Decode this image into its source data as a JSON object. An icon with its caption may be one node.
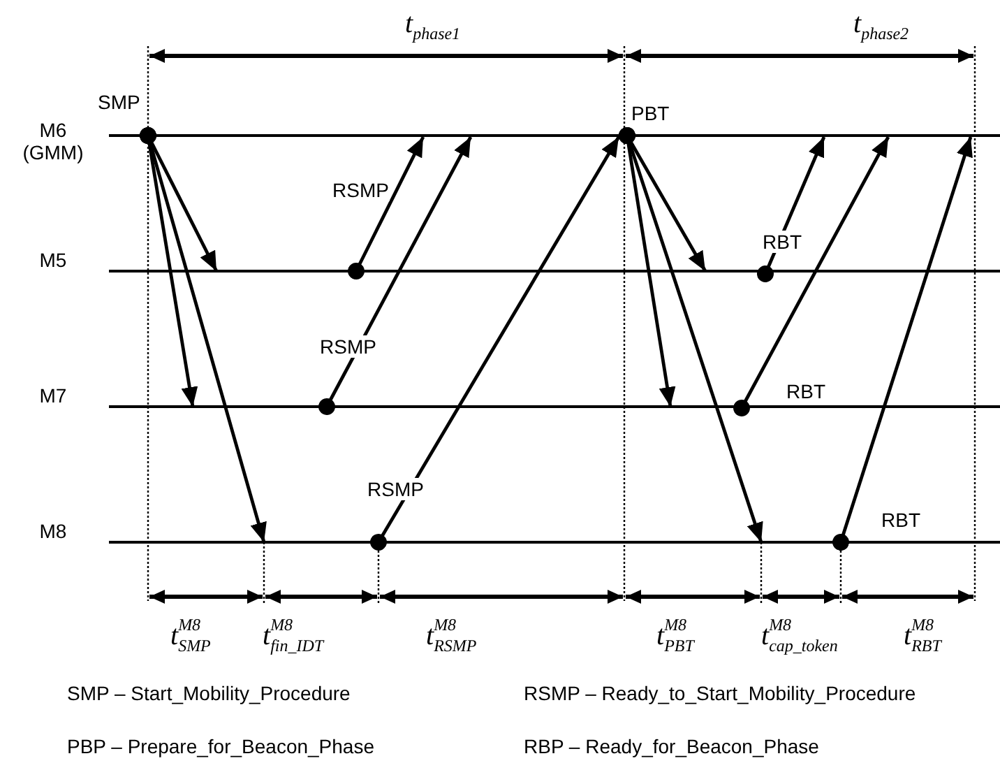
{
  "diagram": {
    "nodes": [
      {
        "text": [
          "M6 (GMM)"
        ]
      },
      {
        "text": [
          "M5"
        ]
      },
      {
        "text": [
          "M7"
        ]
      },
      {
        "text": [
          "M8"
        ]
      }
    ],
    "edges": [
      {
        "from": 0,
        "to": 1,
        "arrow": "to"
      },
      {
        "from": 0,
        "to": 2,
        "arrow": "to"
      },
      {
        "from": 0,
        "to": 3,
        "arrow": "to"
      },
      {
        "from": 1,
        "to": 0,
        "arrow": "to",
        "label": "RSMP"
      },
      {
        "from": 2,
        "to": 0,
        "arrow": "to",
        "label": "RSMP"
      },
      {
        "from": 3,
        "to": 0,
        "arrow": "to",
        "label": "RSMP"
      },
      {
        "from": 0,
        "to": 1,
        "arrow": "to"
      },
      {
        "from": 0,
        "to": 2,
        "arrow": "to"
      },
      {
        "from": 0,
        "to": 3,
        "arrow": "to"
      },
      {
        "from": 1,
        "to": 0,
        "arrow": "to",
        "label": "RBT"
      },
      {
        "from": 2,
        "to": 0,
        "arrow": "to",
        "label": "RBT"
      },
      {
        "from": 3,
        "to": 0,
        "arrow": "to",
        "label": "RBT"
      }
    ],
    "labels": [
      "t$_{phase1}$",
      "t$_{phase2}$",
      "SMP",
      "PBT",
      "t$^{M8}$$_{SMP}$",
      "t$^{M8}$$_{fin_IDT}$",
      "t$^{M8}$$_{RSMP}$",
      "t$^{M8}$$_{PBT}$",
      "t$^{M8}$$_{cap_token}$",
      "t$^{M8}$$_{RBT}$",
      "SMP – Start_Mobility_Procedure",
      "RSMP – Ready_to_Start_Mobility_Procedure",
      "PBP – Prepare_for_Beacon_Phase",
      "RBP – Ready_for_Beacon_Phase"
    ]
  }
}
